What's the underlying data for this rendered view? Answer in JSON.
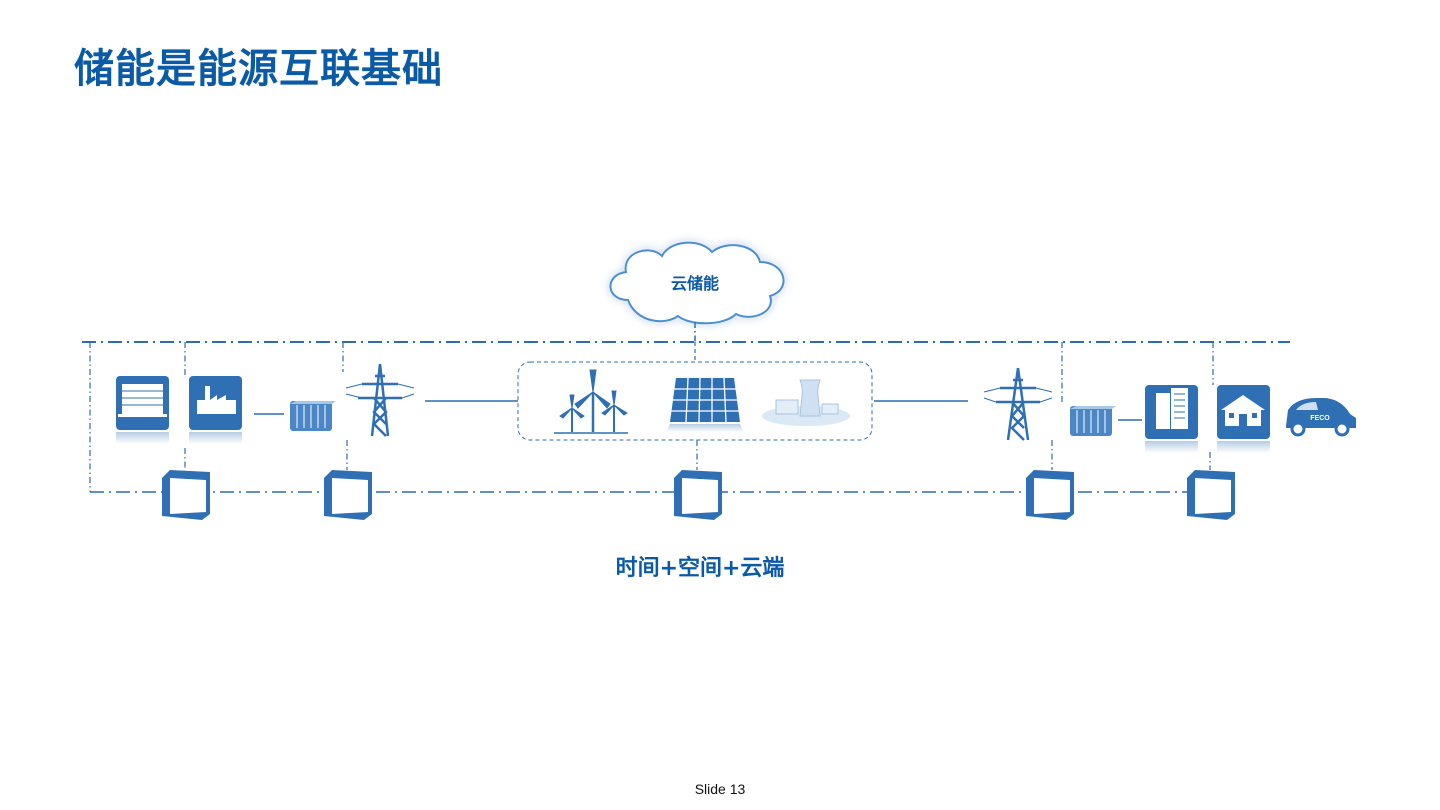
{
  "title": "储能是能源互联基础",
  "cloud_label": "云储能",
  "caption": "时间+空间+云端",
  "car_badge": "FECO",
  "footer": "Slide 13",
  "colors": {
    "primary": "#0b5aa6",
    "icon_fill": "#2f6fb3",
    "line": "#2a6db3",
    "cloud_glow": "#6aa6e0"
  },
  "icons": [
    "building-icon",
    "factory-icon",
    "container-storage-icon",
    "power-tower-icon",
    "wind-turbine-icon",
    "solar-panel-icon",
    "nuclear-plant-icon",
    "office-building-icon",
    "house-icon",
    "electric-car-icon",
    "battery-cabinet-icon",
    "cloud-icon"
  ]
}
